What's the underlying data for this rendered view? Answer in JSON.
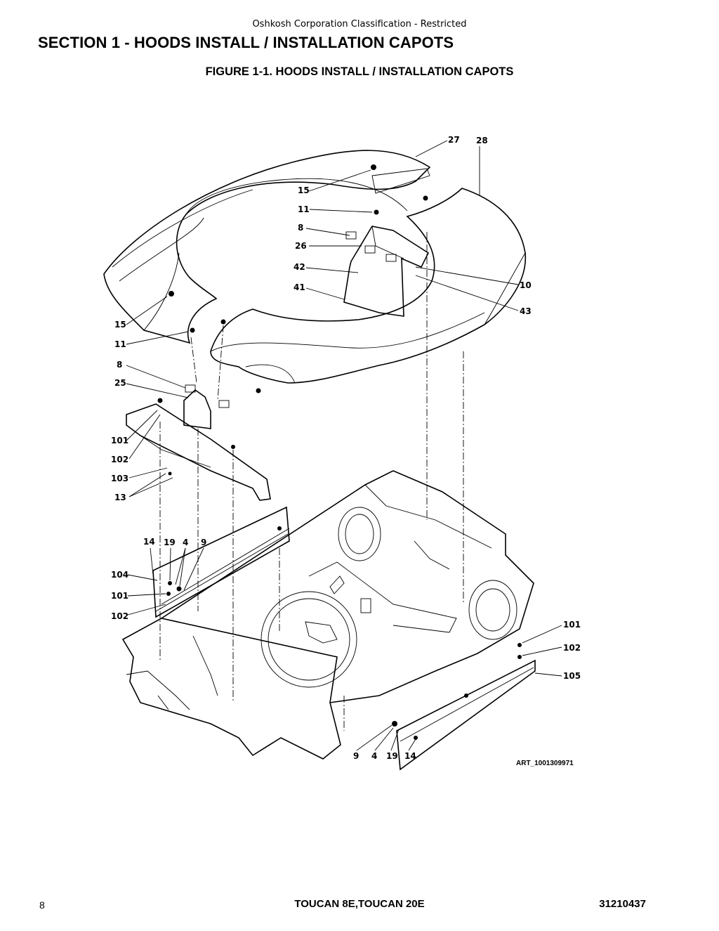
{
  "header": {
    "classification": "Oshkosh Corporation Classification - Restricted",
    "section_title": "SECTION 1 - HOODS INSTALL / INSTALLATION CAPOTS"
  },
  "figure": {
    "title": "FIGURE 1-1. HOODS INSTALL / INSTALLATION CAPOTS",
    "art_id": "ART_1001309971",
    "callouts": {
      "c27": "27",
      "c28": "28",
      "c15a": "15",
      "c11a": "11",
      "c8a": "8",
      "c26": "26",
      "c42": "42",
      "c41": "41",
      "c10": "10",
      "c43": "43",
      "c15b": "15",
      "c11b": "11",
      "c8b": "8",
      "c25": "25",
      "c101a": "101",
      "c102a": "102",
      "c103": "103",
      "c13": "13",
      "c14a": "14",
      "c19a": "19",
      "c4a": "4",
      "c9a": "9",
      "c104": "104",
      "c101b": "101",
      "c102b": "102",
      "c101c": "101",
      "c102c": "102",
      "c105": "105",
      "c9b": "9",
      "c4b": "4",
      "c19b": "19",
      "c14b": "14"
    }
  },
  "footer": {
    "page_number": "8",
    "model": "TOUCAN 8E,TOUCAN 20E",
    "doc_number": "31210437"
  }
}
